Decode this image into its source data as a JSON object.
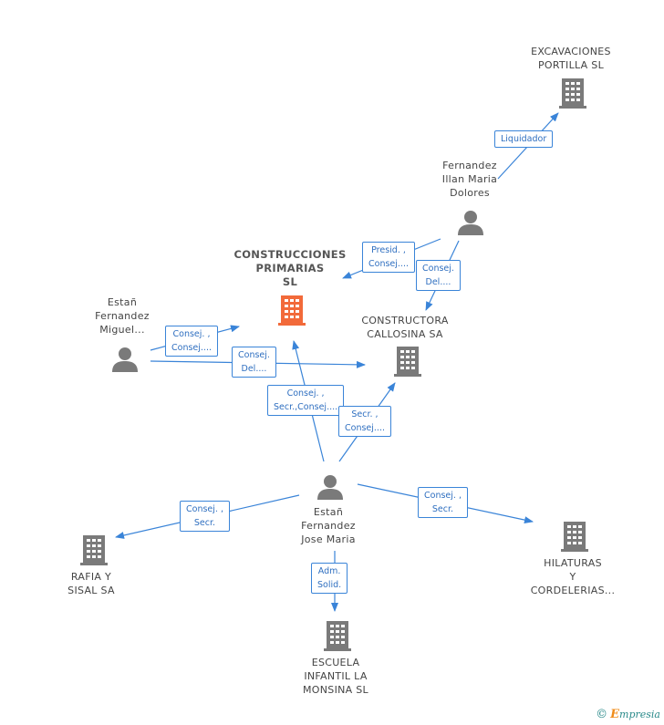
{
  "colors": {
    "edge": "#3a84d8",
    "node_gray": "#7a7a7a",
    "node_main": "#f26a3a",
    "label_text": "#444444",
    "edge_text": "#2f6fc0",
    "brand": "#2a8a8a",
    "brand_accent": "#f08c1a"
  },
  "nodes": {
    "construcciones": {
      "lines": [
        "CONSTRUCCIONES",
        "PRIMARIAS",
        "SL"
      ],
      "icon": "building-icon"
    },
    "excavaciones": {
      "lines": [
        "EXCAVACIONES",
        "PORTILLA SL"
      ],
      "icon": "building-icon"
    },
    "fernandez_illan": {
      "lines": [
        "Fernandez",
        "Illan Maria",
        "Dolores"
      ],
      "icon": "person-icon"
    },
    "constructora": {
      "lines": [
        "CONSTRUCTORA",
        "CALLOSINA SA"
      ],
      "icon": "building-icon"
    },
    "estan_miguel": {
      "lines": [
        "Estañ",
        "Fernandez",
        "Miguel..."
      ],
      "icon": "person-icon"
    },
    "estan_jose": {
      "lines": [
        "Estañ",
        "Fernandez",
        "Jose Maria"
      ],
      "icon": "person-icon"
    },
    "rafia": {
      "lines": [
        "RAFIA Y",
        "SISAL SA"
      ],
      "icon": "building-icon"
    },
    "hilaturas": {
      "lines": [
        "HILATURAS",
        "Y",
        "CORDELERIAS..."
      ],
      "icon": "building-icon"
    },
    "escuela": {
      "lines": [
        "ESCUELA",
        "INFANTIL LA",
        "MONSINA SL"
      ],
      "icon": "building-icon"
    }
  },
  "edges": {
    "liquidador": [
      "Liquidador"
    ],
    "presid": [
      "Presid. ,",
      "Consej...."
    ],
    "consej_del_illan": [
      "Consej.",
      "Del...."
    ],
    "consej_miguel": [
      "Consej. ,",
      "Consej...."
    ],
    "consej_del_miguel": [
      "Consej.",
      "Del...."
    ],
    "consej_secr_jose": [
      "Consej. ,",
      "Secr.,Consej...."
    ],
    "secr_consej_jose": [
      "Secr. ,",
      "Consej...."
    ],
    "consej_secr_rafia": [
      "Consej. ,",
      "Secr."
    ],
    "consej_secr_hilaturas": [
      "Consej. ,",
      "Secr."
    ],
    "adm_solid": [
      "Adm.",
      "Solid."
    ]
  },
  "footer": {
    "copyright": "©",
    "brand_initial": "E",
    "brand_rest": "mpresia"
  }
}
